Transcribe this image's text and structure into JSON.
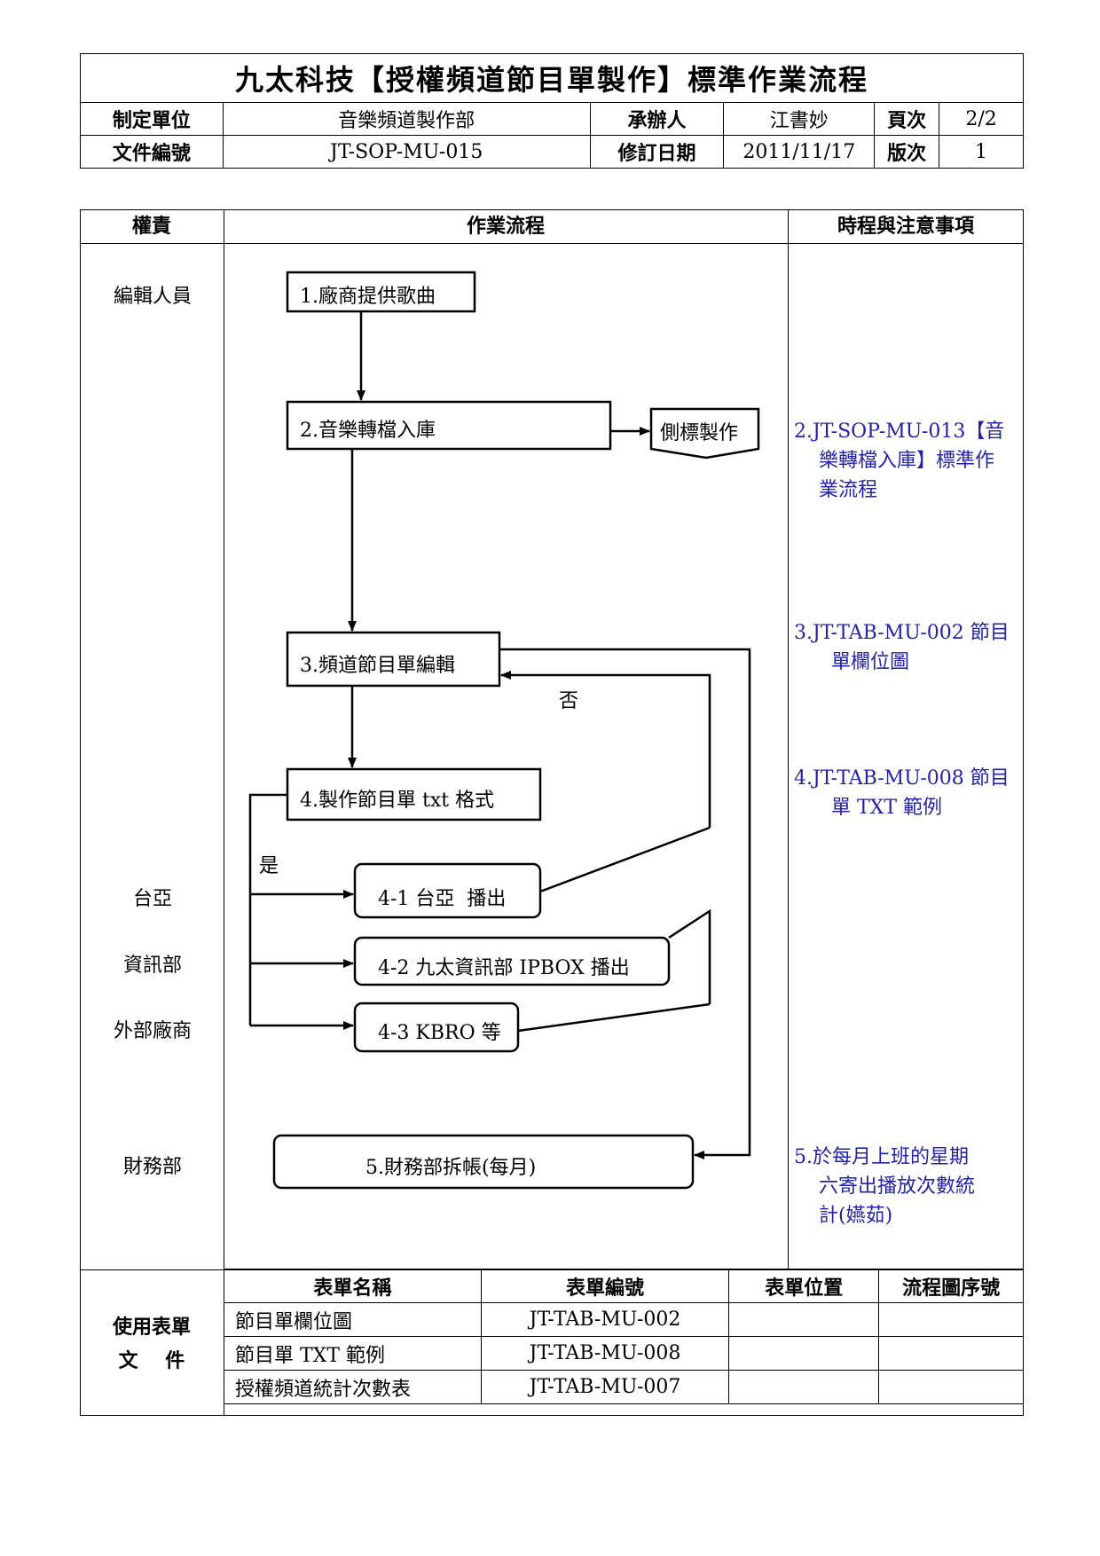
{
  "header": {
    "title": "九太科技【授權頻道節目單製作】標準作業流程",
    "unit_label": "制定單位",
    "unit_value": "音樂頻道製作部",
    "handler_label": "承辦人",
    "handler_value": "江書妙",
    "page_label": "頁次",
    "page_value": "2/2",
    "doc_no_label": "文件編號",
    "doc_no_value": "JT-SOP-MU-015",
    "rev_date_label": "修訂日期",
    "rev_date_value": "2011/11/17",
    "version_label": "版次",
    "version_value": "1"
  },
  "columns": {
    "responsibility": "權責",
    "process": "作業流程",
    "notes": "時程與注意事項"
  },
  "roles": {
    "editor": "編輯人員",
    "taiya": "台亞",
    "it": "資訊部",
    "external": "外部廠商",
    "finance": "財務部"
  },
  "flow": {
    "step1": "1.廠商提供歌曲",
    "step2": "2.音樂轉檔入庫",
    "side": "側標製作",
    "step3": "3.頻道節目單編輯",
    "no": "否",
    "step4": "4.製作節目單 txt 格式",
    "yes": "是",
    "step4_1": "4-1 台亞  播出",
    "step4_2": "4-2 九太資訊部 IPBOX 播出",
    "step4_3": "4-3 KBRO 等",
    "step5": "5.財務部拆帳(每月)"
  },
  "notes": {
    "n2_a": "2.JT-SOP-MU-013【音",
    "n2_b": "樂轉檔入庫】標準作",
    "n2_c": "業流程",
    "n3_a": "3.JT-TAB-MU-002 節目",
    "n3_b": "單欄位圖",
    "n4_a": "4.JT-TAB-MU-008 節目",
    "n4_b": "單 TXT 範例",
    "n5_a": "5.於每月上班的星期",
    "n5_b": "六寄出播放次數統",
    "n5_c": "計(嬿茹)",
    "color": "#2222aa"
  },
  "forms": {
    "section_label_1": "使用表單",
    "section_label_2": "文    件",
    "headers": [
      "表單名稱",
      "表單編號",
      "表單位置",
      "流程圖序號"
    ],
    "rows": [
      {
        "name": "節目單欄位圖",
        "code": "JT-TAB-MU-002",
        "location": "",
        "seq": ""
      },
      {
        "name": "節目單 TXT 範例",
        "code": "JT-TAB-MU-008",
        "location": "",
        "seq": ""
      },
      {
        "name": "授權頻道統計次數表",
        "code": "JT-TAB-MU-007",
        "location": "",
        "seq": ""
      }
    ]
  }
}
